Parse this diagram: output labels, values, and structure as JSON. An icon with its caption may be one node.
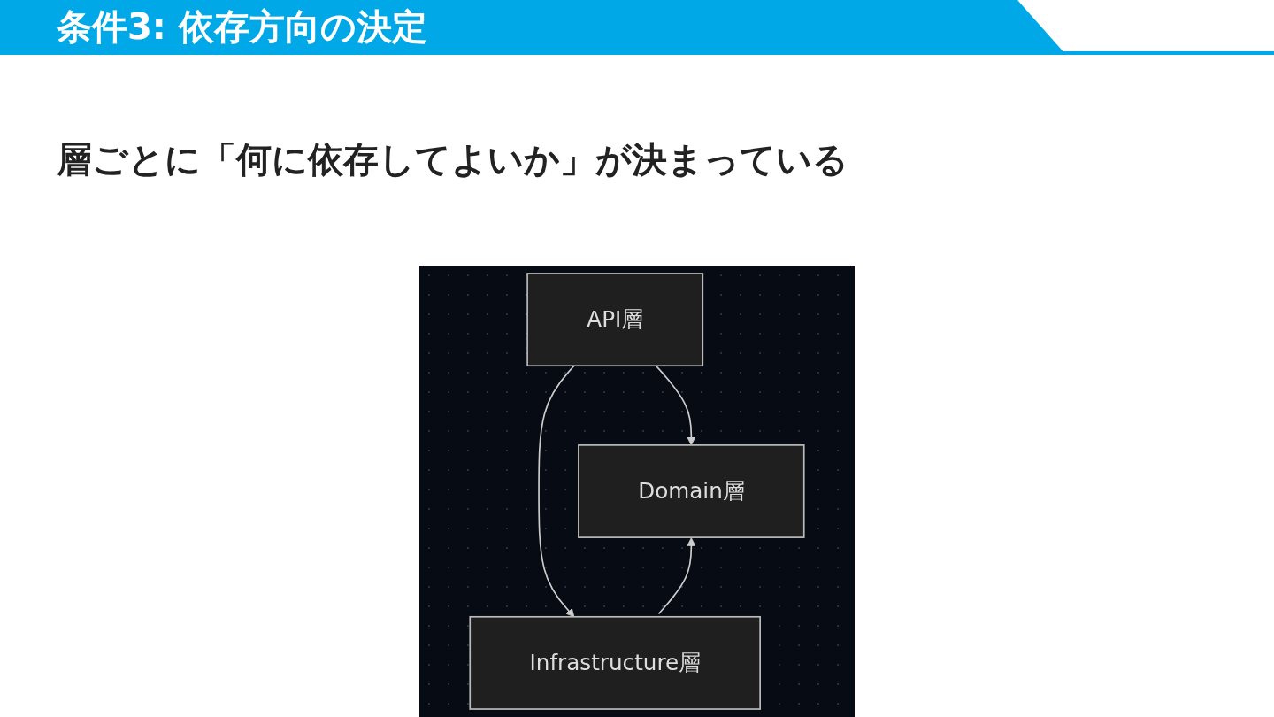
{
  "diagram": {
    "title": "条件3: 依存方向の決定",
    "nodes": [
      {
        "text": [
          "API層"
        ]
      },
      {
        "text": [
          "Domain層"
        ]
      },
      {
        "text": [
          "Infrastructure層"
        ]
      }
    ],
    "edges": [
      {
        "from": 0,
        "to": 1,
        "arrow": "to"
      },
      {
        "from": 0,
        "to": 2,
        "arrow": "to"
      },
      {
        "from": 2,
        "to": 1,
        "arrow": "to"
      }
    ],
    "labels": [
      "層ごとに「何に依存してよいか」が決まっている"
    ]
  }
}
